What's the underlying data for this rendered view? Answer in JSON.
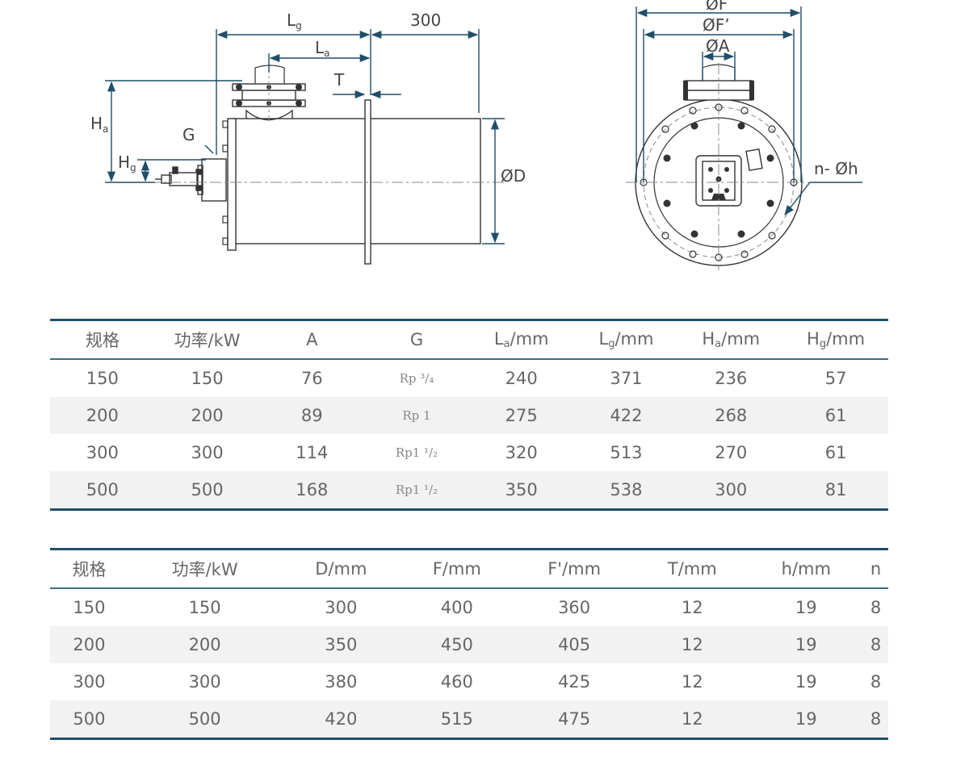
{
  "drawing": {
    "side_labels": {
      "Lg": "L",
      "Lg_sub": "g",
      "dim300": "300",
      "La": "L",
      "La_sub": "a",
      "T": "T",
      "Ha": "H",
      "Ha_sub": "a",
      "G": "G",
      "Hg": "H",
      "Hg_sub": "g",
      "D": "ØD"
    },
    "end_labels": {
      "F": "ØF",
      "F2": "ØF’",
      "A": "ØA",
      "nh": "n- Øh"
    }
  },
  "table1": {
    "headers": [
      "规格",
      "功率/kW",
      "A",
      "G",
      "L_a/mm",
      "L_g/mm",
      "H_a/mm",
      "H_g/mm"
    ],
    "header_parts": [
      {
        "main": "规格",
        "sub": "",
        "unit": ""
      },
      {
        "main": "功率/kW",
        "sub": "",
        "unit": ""
      },
      {
        "main": "A",
        "sub": "",
        "unit": ""
      },
      {
        "main": "G",
        "sub": "",
        "unit": ""
      },
      {
        "main": "L",
        "sub": "a",
        "unit": "/mm"
      },
      {
        "main": "L",
        "sub": "g",
        "unit": "/mm"
      },
      {
        "main": "H",
        "sub": "a",
        "unit": "/mm"
      },
      {
        "main": "H",
        "sub": "g",
        "unit": "/mm"
      }
    ],
    "rows": [
      {
        "spec": "150",
        "power": "150",
        "A": "76",
        "G": "Rp ³/₄",
        "La": "240",
        "Lg": "371",
        "Ha": "236",
        "Hg": "57"
      },
      {
        "spec": "200",
        "power": "200",
        "A": "89",
        "G": "Rp 1",
        "La": "275",
        "Lg": "422",
        "Ha": "268",
        "Hg": "61"
      },
      {
        "spec": "300",
        "power": "300",
        "A": "114",
        "G": "Rp1 ¹/₂",
        "La": "320",
        "Lg": "513",
        "Ha": "270",
        "Hg": "61"
      },
      {
        "spec": "500",
        "power": "500",
        "A": "168",
        "G": "Rp1 ¹/₂",
        "La": "350",
        "Lg": "538",
        "Ha": "300",
        "Hg": "81"
      }
    ]
  },
  "table2": {
    "headers": [
      "规格",
      "功率/kW",
      "D/mm",
      "F/mm",
      "F'/mm",
      "T/mm",
      "h/mm",
      "n"
    ],
    "rows": [
      {
        "spec": "150",
        "power": "150",
        "D": "300",
        "F": "400",
        "F2": "360",
        "T": "12",
        "h": "19",
        "n": "8"
      },
      {
        "spec": "200",
        "power": "200",
        "D": "350",
        "F": "450",
        "F2": "405",
        "T": "12",
        "h": "19",
        "n": "8"
      },
      {
        "spec": "300",
        "power": "300",
        "D": "380",
        "F": "460",
        "F2": "425",
        "T": "12",
        "h": "19",
        "n": "8"
      },
      {
        "spec": "500",
        "power": "500",
        "D": "420",
        "F": "515",
        "F2": "475",
        "T": "12",
        "h": "19",
        "n": "8"
      }
    ]
  },
  "colors": {
    "dimension_line": "#1f4e6a",
    "table_rule": "#1f4e6a",
    "stripe": "#f2f2f2"
  }
}
